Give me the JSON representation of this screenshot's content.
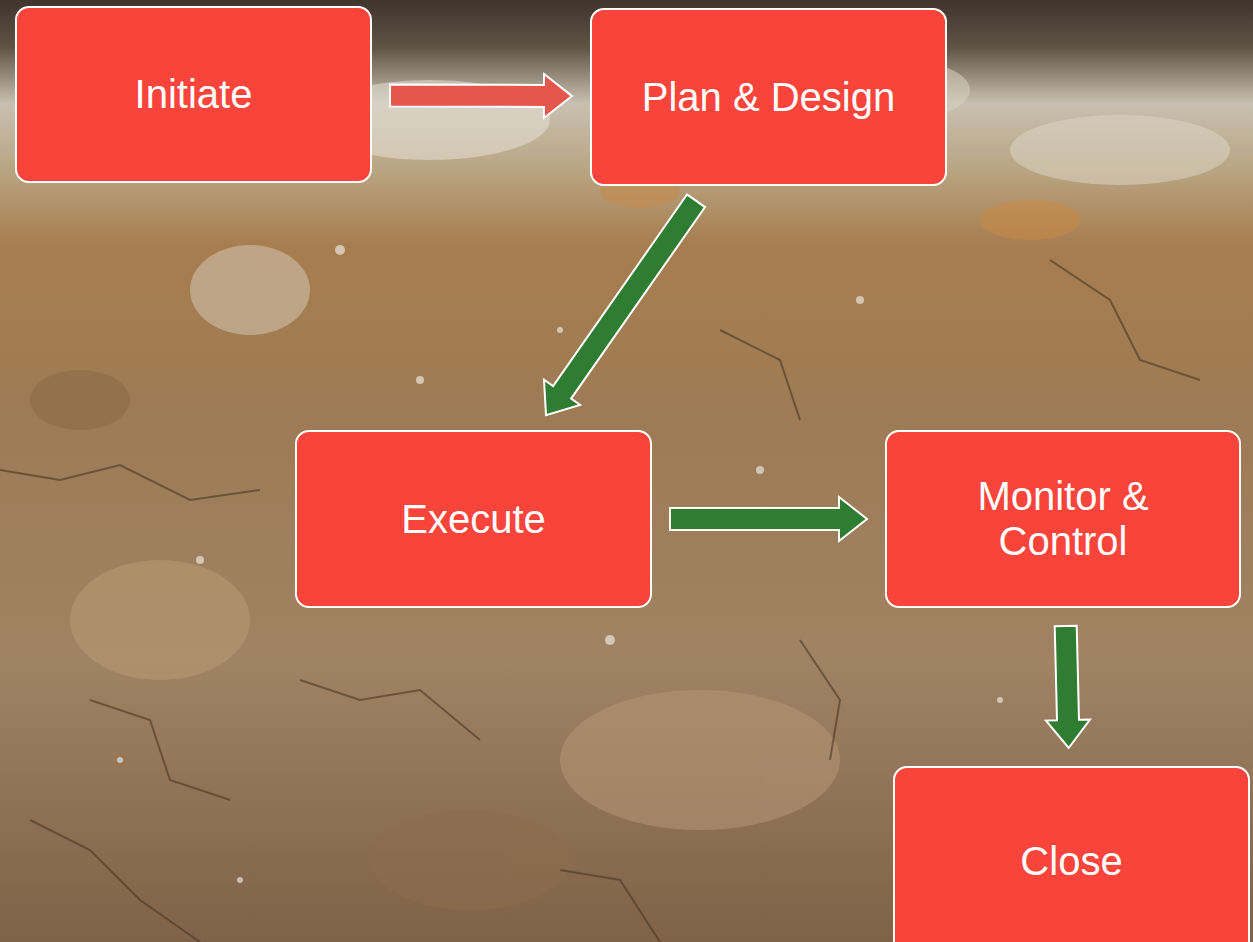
{
  "diagram": {
    "nodes": [
      {
        "text": [
          "Initiate"
        ]
      },
      {
        "text": [
          "Plan & Design"
        ]
      },
      {
        "text": [
          "Execute"
        ]
      },
      {
        "text": [
          "Monitor & Control"
        ]
      },
      {
        "text": [
          "Close"
        ]
      }
    ],
    "edges": [
      {
        "from": 0,
        "to": 1,
        "arrow": "to"
      },
      {
        "from": 1,
        "to": 2,
        "arrow": "to"
      },
      {
        "from": 2,
        "to": 3,
        "arrow": "to"
      },
      {
        "from": 3,
        "to": 4,
        "arrow": "to"
      }
    ]
  }
}
